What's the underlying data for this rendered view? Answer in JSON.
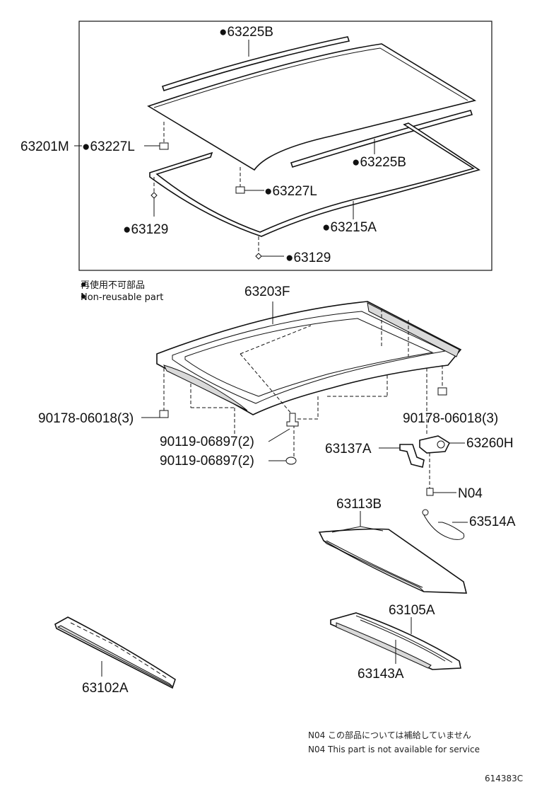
{
  "parts": {
    "p63225B_top": "●63225B",
    "p63201M": "63201M",
    "p63227L_left": "●63227L",
    "p63225B_right": "●63225B",
    "p63227L_mid": "●63227L",
    "p63129_left": "●63129",
    "p63215A": "●63215A",
    "p63129_bottom": "●63129",
    "p63203F": "63203F",
    "p90178_left": "90178-06018(3)",
    "p90178_right": "90178-06018(3)",
    "p90119_a": "90119-06897(2)",
    "p90119_b": "90119-06897(2)",
    "p63137A": "63137A",
    "p63260H": "63260H",
    "pN04": "N04",
    "p63113B": "63113B",
    "p63514A": "63514A",
    "p63105A": "63105A",
    "p63143A": "63143A",
    "p63102A": "63102A"
  },
  "legend": {
    "jp": "再使用不可部品",
    "en": "Non-reusable part"
  },
  "notes": {
    "jp": "N04  この部品については補給していません",
    "en": "N04  This part is not available for service"
  },
  "figure_id": "614383C"
}
